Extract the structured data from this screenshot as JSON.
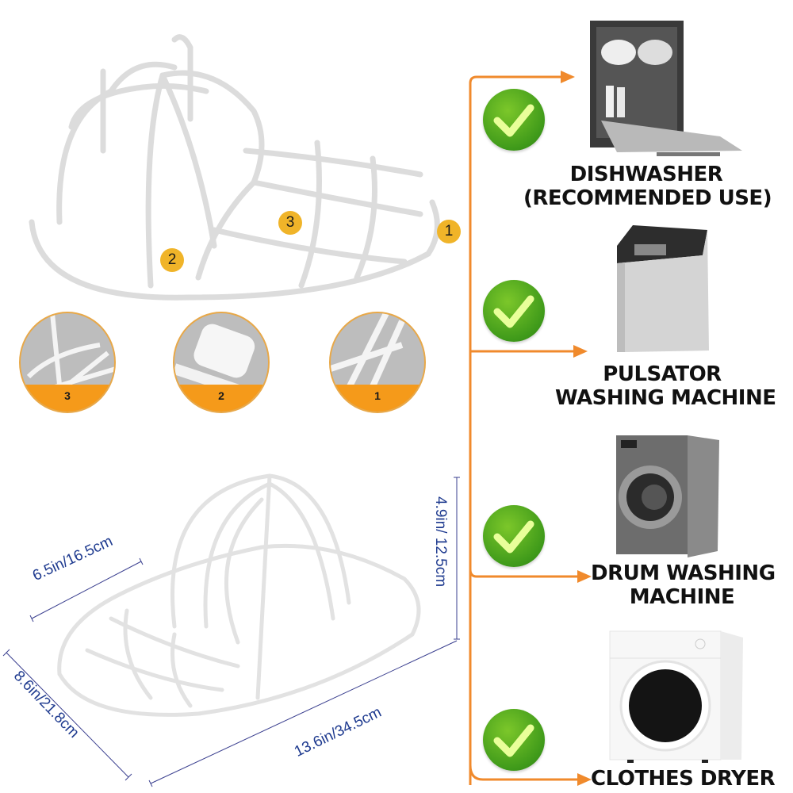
{
  "product": {
    "callouts": [
      "1",
      "2",
      "3"
    ],
    "detail_views": [
      {
        "label": "3"
      },
      {
        "label": "2"
      },
      {
        "label": "1"
      }
    ],
    "dimensions": {
      "depth": "6.5in/16.5cm",
      "height": "4.9in/ 12.5cm",
      "width": "8.6in/21.8cm",
      "length": "13.6in/34.5cm"
    }
  },
  "compatibility": {
    "items": [
      {
        "icon": "dishwasher-icon",
        "label_lines": [
          "DISHWASHER",
          "(RECOMMENDED USE)"
        ],
        "status": "check-icon"
      },
      {
        "icon": "top-load-washer-icon",
        "label_lines": [
          "PULSATOR",
          "WASHING MACHINE"
        ],
        "status": "check-icon"
      },
      {
        "icon": "front-load-washer-icon",
        "label_lines": [
          "DRUM WASHING",
          "MACHINE"
        ],
        "status": "check-icon"
      },
      {
        "icon": "clothes-dryer-icon",
        "label_lines": [
          "CLOTHES DRYER"
        ],
        "status": "check-icon"
      }
    ],
    "colors": {
      "connector": "#f08a2c",
      "check": "#4ea41f",
      "badge": "#f0b429",
      "dimension_text": "#1e3a8f"
    }
  }
}
